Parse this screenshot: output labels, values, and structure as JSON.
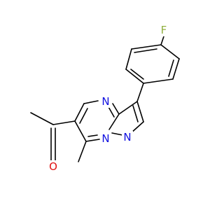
{
  "molecule": {
    "atom_labels": {
      "fluorine": "F",
      "ring_nitrogen_top": "N",
      "ring_nitrogen_bridge": "N",
      "ring_nitrogen_right": "N",
      "carbonyl_oxygen": "O"
    },
    "colors": {
      "bond": "#000000",
      "fluorine": "#90b040",
      "nitrogen": "#1010e0",
      "oxygen": "#e01010"
    }
  }
}
